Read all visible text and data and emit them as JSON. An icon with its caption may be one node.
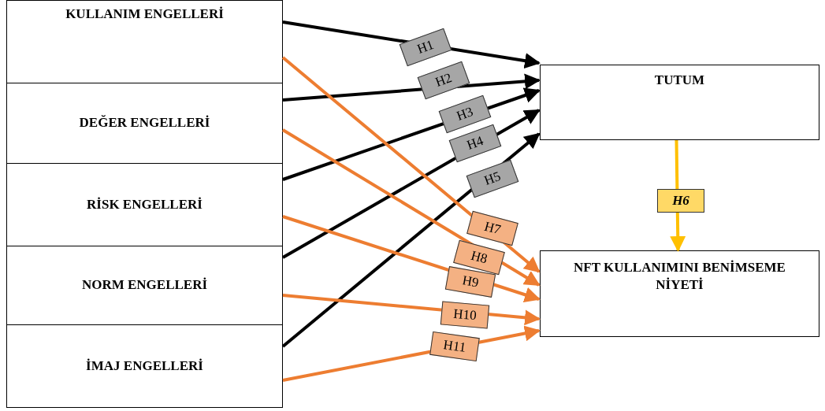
{
  "diagram": {
    "nodes": [
      {
        "text": [
          "KULLANIM ENGELLERİ"
        ]
      },
      {
        "text": [
          "DEĞER ENGELLERİ"
        ]
      },
      {
        "text": [
          "RİSK ENGELLERİ"
        ]
      },
      {
        "text": [
          "NORM ENGELLERİ"
        ]
      },
      {
        "text": [
          "İMAJ ENGELLERİ"
        ]
      },
      {
        "text": [
          "TUTUM"
        ]
      },
      {
        "text": [
          "NFT KULLANIMINI BENİMSEME NİYETİ"
        ]
      }
    ],
    "edges": [
      {
        "from": 0,
        "to": 5,
        "arrow": "to",
        "label": "H1",
        "color": "#000000"
      },
      {
        "from": 1,
        "to": 5,
        "arrow": "to",
        "label": "H2",
        "color": "#000000"
      },
      {
        "from": 2,
        "to": 5,
        "arrow": "to",
        "label": "H3",
        "color": "#000000"
      },
      {
        "from": 3,
        "to": 5,
        "arrow": "to",
        "label": "H4",
        "color": "#000000"
      },
      {
        "from": 4,
        "to": 5,
        "arrow": "to",
        "label": "H5",
        "color": "#000000"
      },
      {
        "from": 5,
        "to": 6,
        "arrow": "to",
        "label": "H6",
        "color": "#ffc000"
      },
      {
        "from": 0,
        "to": 6,
        "arrow": "to",
        "label": "H7",
        "color": "#ed7d31"
      },
      {
        "from": 1,
        "to": 6,
        "arrow": "to",
        "label": "H8",
        "color": "#ed7d31"
      },
      {
        "from": 2,
        "to": 6,
        "arrow": "to",
        "label": "H9",
        "color": "#ed7d31"
      },
      {
        "from": 3,
        "to": 6,
        "arrow": "to",
        "label": "H10",
        "color": "#ed7d31"
      },
      {
        "from": 4,
        "to": 6,
        "arrow": "to",
        "label": "H11",
        "color": "#ed7d31"
      }
    ]
  }
}
